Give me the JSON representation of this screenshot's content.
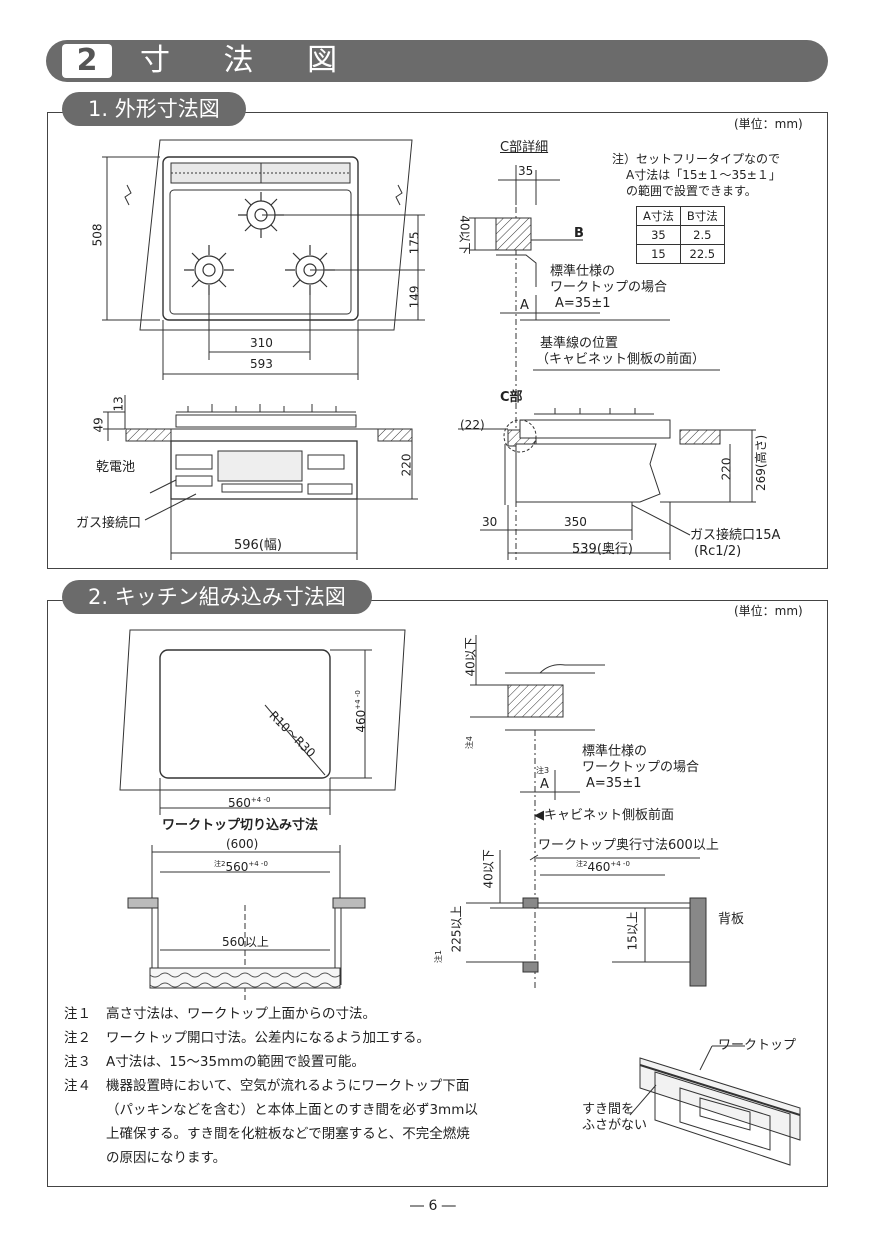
{
  "header": {
    "number": "2",
    "title": "寸 法 図"
  },
  "sections": {
    "s1": {
      "title": "1. 外形寸法図",
      "unit": "(単位：mm)",
      "detail_title": "C部詳細",
      "note": [
        "注）セットフリータイプなので",
        "A寸法は「15±１～35±１」",
        "の範囲で設置できます。"
      ],
      "table": {
        "headers": [
          "A寸法",
          "B寸法"
        ],
        "rows": [
          [
            "35",
            "2.5"
          ],
          [
            "15",
            "22.5"
          ]
        ]
      },
      "labels": {
        "d508": "508",
        "d175": "175",
        "d149": "149",
        "d310": "310",
        "d593": "593",
        "d35": "35",
        "d40": "40以下",
        "b": "B",
        "a": "A",
        "std1": "標準仕様の",
        "std2": "ワークトップの場合",
        "std3": "A=35±1",
        "ref1": "基準線の位置",
        "ref2": "（キャビネット側板の前面）",
        "c_part": "C部",
        "d22": "(22)",
        "d13": "13",
        "d49": "49",
        "d220a": "220",
        "battery": "乾電池",
        "gas": "ガス接続口",
        "width": "596(幅)",
        "d220b": "220",
        "d269": "269(高さ)",
        "d30": "30",
        "d350": "350",
        "depth": "539(奥行)",
        "gas15a": "ガス接続口15A",
        "rc": "(Rc1/2)"
      }
    },
    "s2": {
      "title": "2. キッチン組み込み寸法図",
      "unit": "(単位：mm)",
      "labels": {
        "r": "R10～R30",
        "d460a": "460",
        "d460a_tol": "+4 -0",
        "d560a": "560",
        "d560a_tol": "+4 -0",
        "cut_title": "ワークトップ切り込み寸法",
        "d600": "(600)",
        "n2a": "注2",
        "d560b": "560",
        "d560b_tol": "+4 -0",
        "d560c": "560以上",
        "d40a": "40以下",
        "n4": "注4",
        "n3": "注3",
        "a": "A",
        "std1": "標準仕様の",
        "std2": "ワークトップの場合",
        "std3": "A=35±1",
        "cabinet": "キャビネット側板前面",
        "wt_depth": "ワークトップ奥行寸法600以上",
        "n2b": "注2",
        "d460b": "460",
        "d460b_tol": "+4 -0",
        "d40b": "40以下",
        "n1": "注1",
        "d225": "225以上",
        "d15": "15以上",
        "back": "背板",
        "worktop": "ワークトップ",
        "gap1": "すき間を",
        "gap2": "ふさがない"
      },
      "notes": [
        {
          "label": "注１",
          "text": "高さ寸法は、ワークトップ上面からの寸法。"
        },
        {
          "label": "注２",
          "text": "ワークトップ開口寸法。公差内になるよう加工する。"
        },
        {
          "label": "注３",
          "text": "A寸法は、15～35mmの範囲で設置可能。"
        },
        {
          "label": "注４",
          "text": "機器設置時において、空気が流れるようにワークトップ下面"
        },
        {
          "label": "",
          "text": "（パッキンなどを含む）と本体上面とのすき間を必ず3mm以"
        },
        {
          "label": "",
          "text": "上確保する。すき間を化粧板などで閉塞すると、不完全燃焼"
        },
        {
          "label": "",
          "text": "の原因になります。"
        }
      ]
    }
  },
  "footer": {
    "page": "― 6 ―"
  }
}
